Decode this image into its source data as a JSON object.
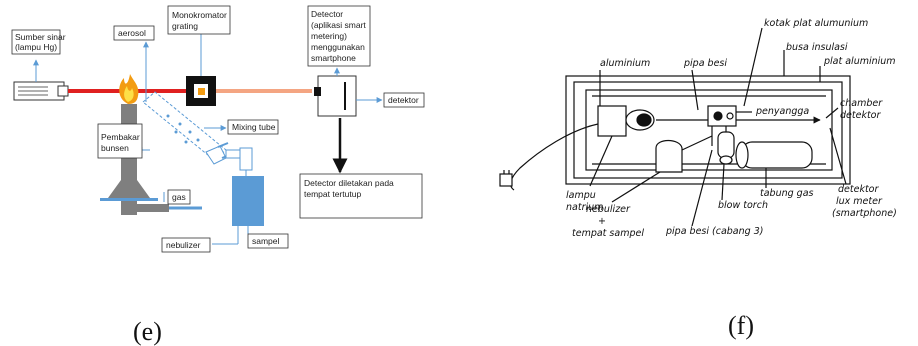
{
  "panel_e": {
    "caption": "(e)",
    "labels": {
      "lamp": [
        "Sumber sinar",
        "(lampu Hg)"
      ],
      "aerosol": "aerosol",
      "monochromator": [
        "Monokromator",
        "grating"
      ],
      "detector_top": [
        "Detector",
        "(aplikasi smart",
        "metering)",
        "menggunakan",
        "smartphone"
      ],
      "detektor": "detektor",
      "burner": [
        "Pembakar",
        "bunsen"
      ],
      "mixing_tube": "Mixing tube",
      "gas": "gas",
      "sample": "sampel",
      "nebulizer": "nebulizer",
      "detector_bottom": [
        "Detector diletakan pada",
        "tempat tertutup"
      ]
    }
  },
  "panel_f": {
    "caption": "(f)",
    "labels": {
      "aluminium": "aluminium",
      "pipa_besi": "pipa besi",
      "kotak": "kotak plat alumunium",
      "busa": "busa insulasi",
      "plat": "plat aluminium",
      "penyangga": "penyangga",
      "chamber": [
        "chamber",
        "detektor"
      ],
      "lampu": [
        "lampu",
        "natrium"
      ],
      "nebulizer": [
        "nebulizer",
        "+",
        "tempat sampel"
      ],
      "pipa_cabang": "pipa besi (cabang 3)",
      "blow_torch": "blow torch",
      "tabung_gas": "tabung gas",
      "detektor": [
        "detektor",
        "lux meter",
        "(smartphone)"
      ]
    }
  }
}
